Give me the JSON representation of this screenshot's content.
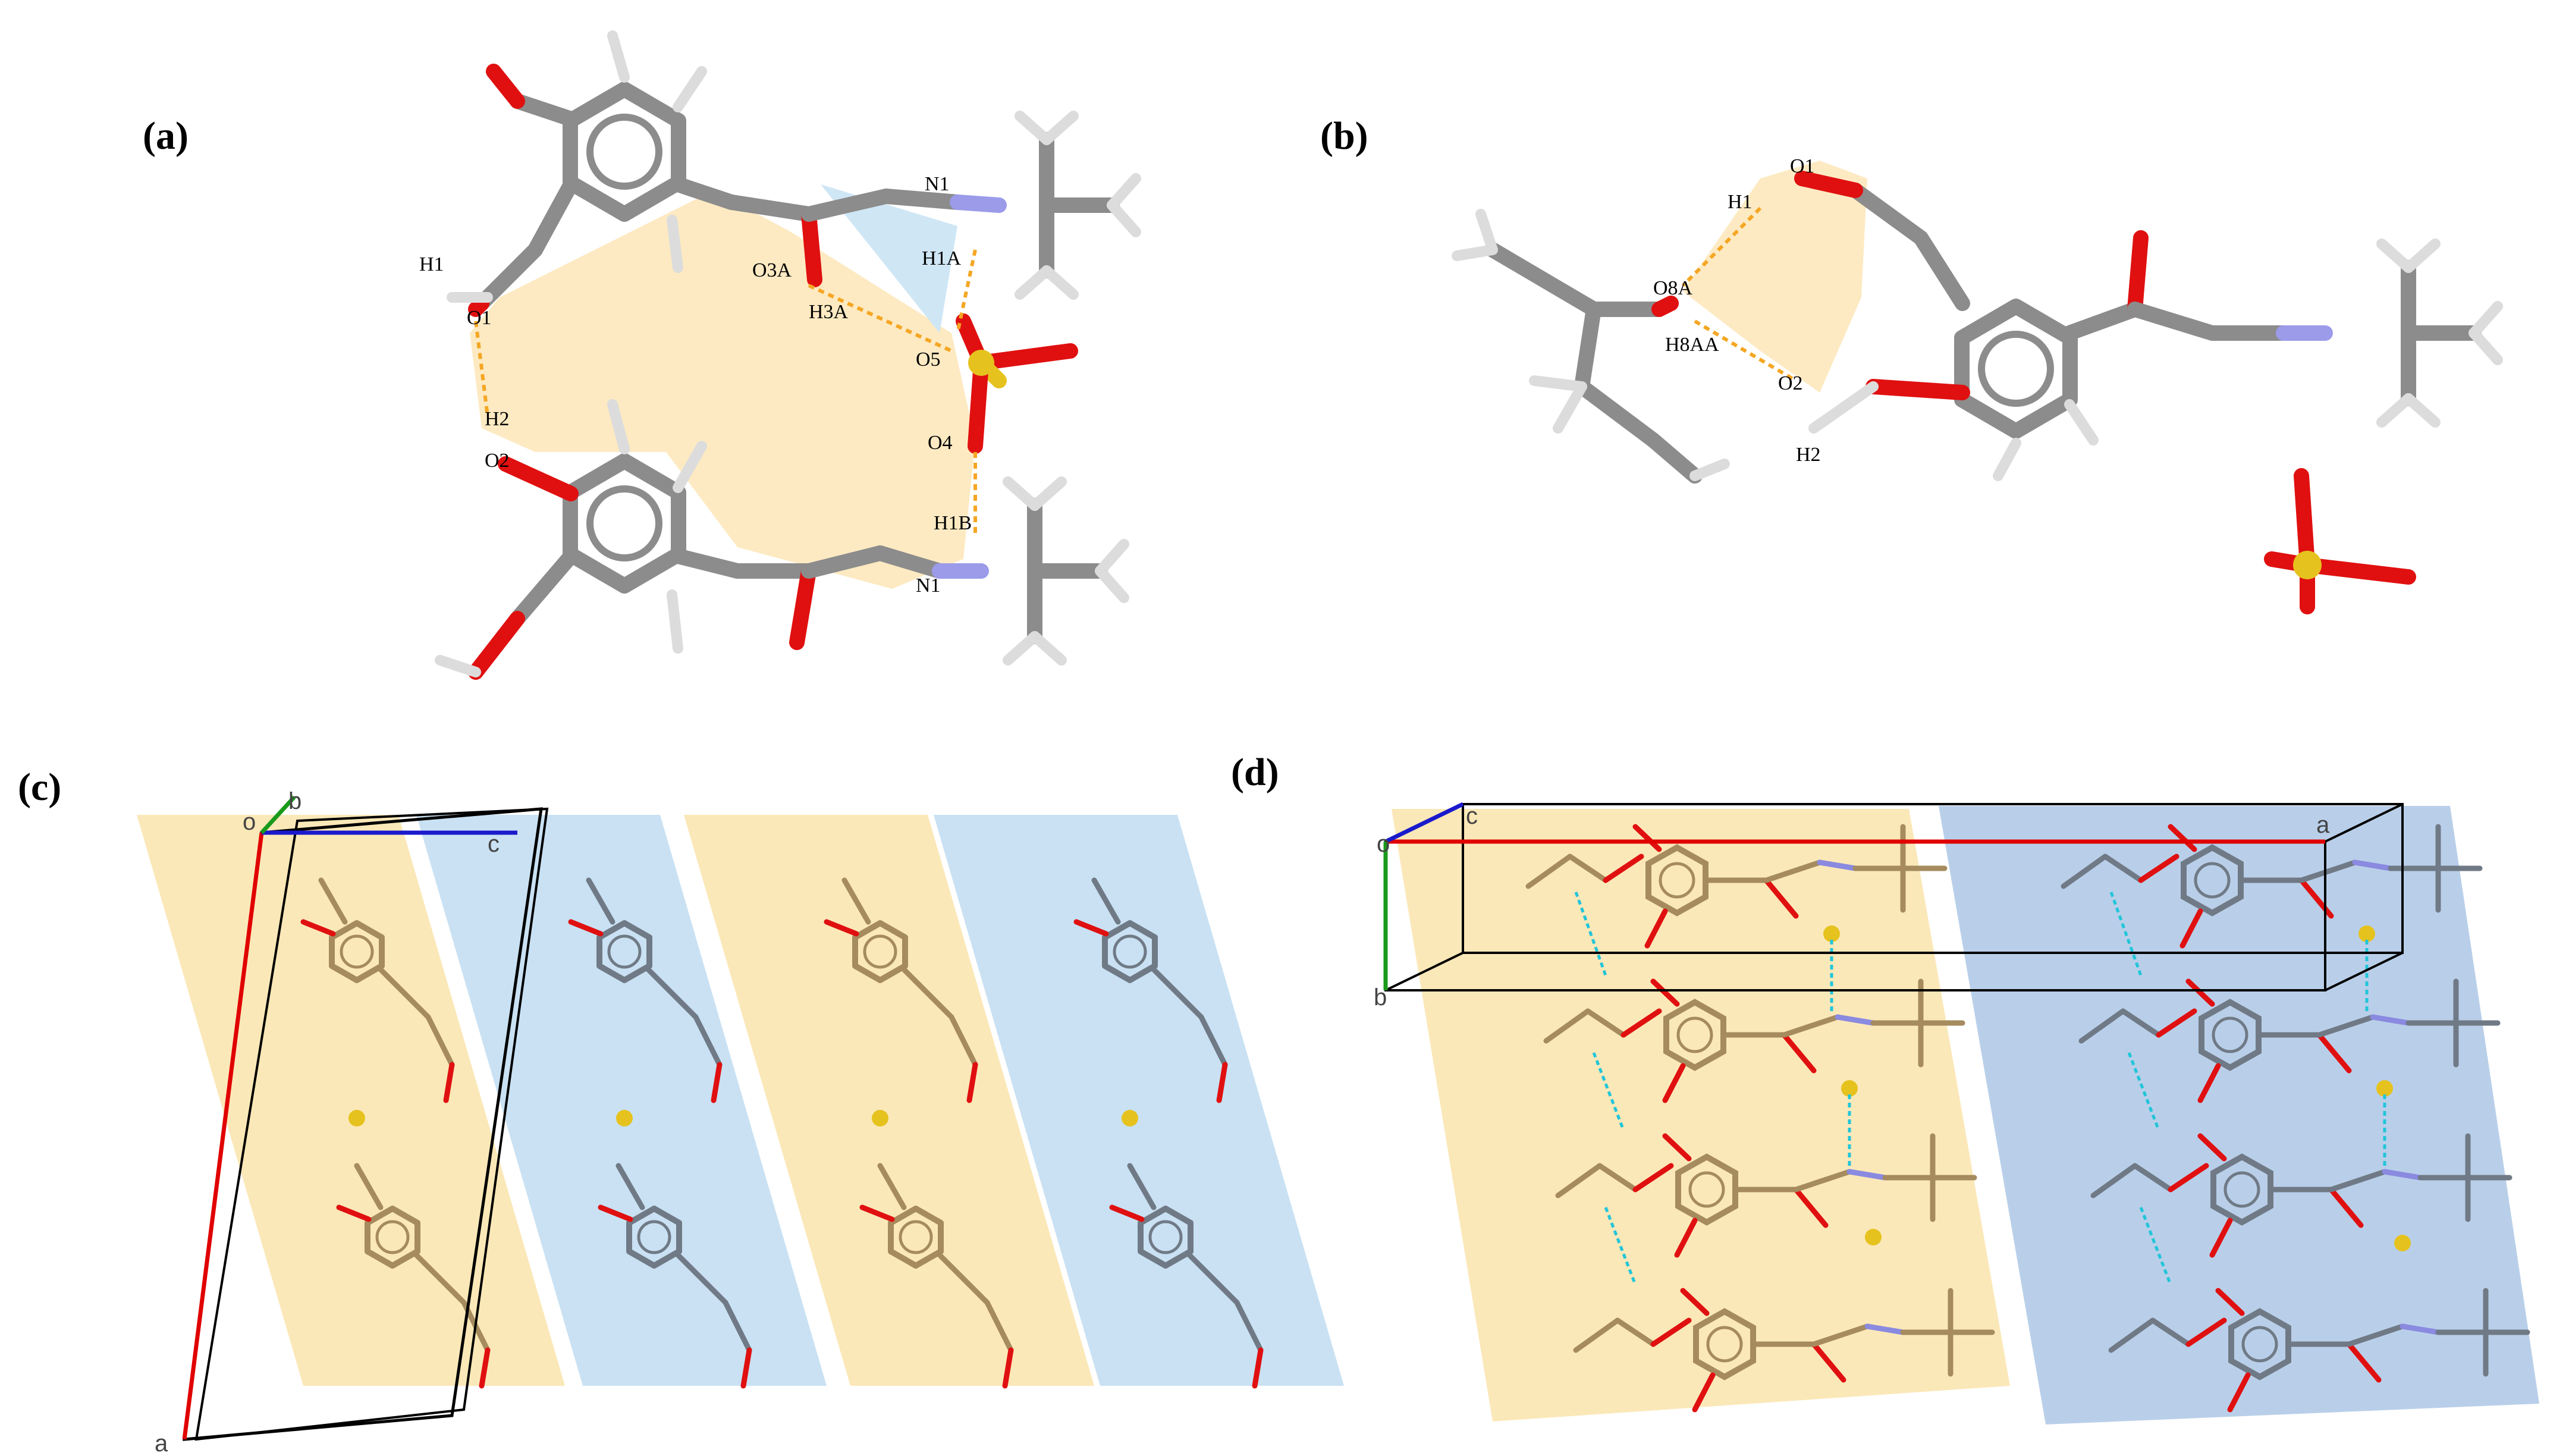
{
  "panels": [
    {
      "id": "a",
      "label": "(a)"
    },
    {
      "id": "b",
      "label": "(b)"
    },
    {
      "id": "c",
      "label": "(c)"
    },
    {
      "id": "d",
      "label": "(d)"
    }
  ],
  "panel_a": {
    "atom_labels": [
      "H1",
      "O1",
      "H2",
      "O2",
      "O3A",
      "H3A",
      "N1",
      "H1A",
      "O5",
      "O4",
      "H1B",
      "N1"
    ]
  },
  "panel_b": {
    "atom_labels": [
      "O1",
      "H1",
      "O8A",
      "H8AA",
      "O2",
      "H2"
    ]
  },
  "panel_c": {
    "axis_labels": [
      "o",
      "b",
      "c",
      "a"
    ]
  },
  "panel_d": {
    "axis_labels": [
      "o",
      "c",
      "a",
      "b"
    ]
  },
  "colors": {
    "hbond_ring_fill": "#fdeac2",
    "hbond_triangle_fill": "#cfe6f5",
    "layer_yellow": "#fbe8b8",
    "layer_blue": "#c9e1f3",
    "layer_blue_dark": "#b9cfe9",
    "hbond": "#f5a623",
    "hbond_cyan": "#22c5d9",
    "carbon": "#8c8c8c",
    "oxygen": "#e01010",
    "nitrogen": "#8a8ae0",
    "sulfur": "#e6c21e",
    "hydrogen": "#e8e8e8",
    "axis_a": "#e00000",
    "axis_b": "#1a9a1a",
    "axis_c": "#1a1acc"
  }
}
